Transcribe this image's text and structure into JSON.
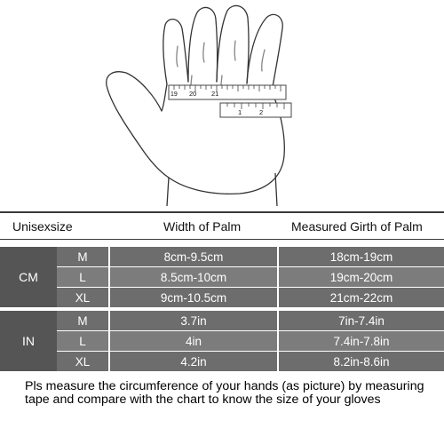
{
  "illustration": {
    "tape_numbers_upper": [
      "19",
      "20",
      "21"
    ],
    "tape_numbers_lower": [
      "1",
      "2"
    ]
  },
  "table": {
    "headers": {
      "size": "Unisexsize",
      "width": "Width of Palm",
      "girth": "Measured Girth of Palm"
    },
    "groups": [
      {
        "unit": "CM",
        "rows": [
          {
            "size": "M",
            "width": "8cm-9.5cm",
            "girth": "18cm-19cm"
          },
          {
            "size": "L",
            "width": "8.5cm-10cm",
            "girth": "19cm-20cm"
          },
          {
            "size": "XL",
            "width": "9cm-10.5cm",
            "girth": "21cm-22cm"
          }
        ]
      },
      {
        "unit": "IN",
        "rows": [
          {
            "size": "M",
            "width": "3.7in",
            "girth": "7in-7.4in"
          },
          {
            "size": "L",
            "width": "4in",
            "girth": "7.4in-7.8in"
          },
          {
            "size": "XL",
            "width": "4.2in",
            "girth": "8.2in-8.6in"
          }
        ]
      }
    ]
  },
  "note": "Pls measure the circumference of your hands (as picture) by measuring tape and compare with the chart to know the size of your gloves",
  "colors": {
    "unit_cell": "#555555",
    "row_dark": "#6d6d6d",
    "row_light": "#7c7c7c",
    "text_on_dark": "#ffffff"
  }
}
